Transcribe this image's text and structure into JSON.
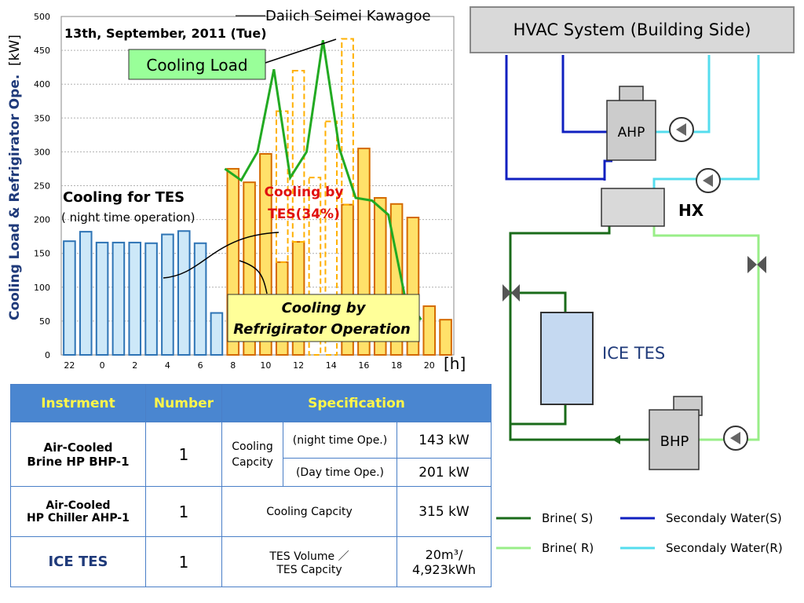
{
  "chart_data": {
    "type": "bar",
    "title": "13th, September, 2011 (Tue)",
    "site_label": "Daiich Seimei Kawagoe",
    "ylabel": "Cooling Load & Refrigirator Ope. [kW]",
    "ylabel_unit": "[kW]",
    "ylabel_main": "Cooling Load & Refrigirator Ope.",
    "xlabel": "[h]",
    "ylim": [
      0,
      500
    ],
    "yticks": [
      "0",
      "50",
      "100",
      "150",
      "200",
      "250",
      "300",
      "350",
      "400",
      "450",
      "500"
    ],
    "xticks": [
      "22",
      "0",
      "2",
      "4",
      "6",
      "8",
      "10",
      "12",
      "14",
      "16",
      "18",
      "20"
    ],
    "hours": [
      22,
      23,
      0,
      1,
      2,
      3,
      4,
      5,
      6,
      7,
      8,
      9,
      10,
      11,
      12,
      13,
      14,
      15,
      16,
      17,
      18,
      19,
      20,
      21
    ],
    "series": [
      {
        "name": "Cooling for TES",
        "hours": [
          22,
          23,
          0,
          1,
          2,
          3,
          4,
          5,
          6,
          7
        ],
        "values": [
          168,
          182,
          166,
          166,
          166,
          165,
          178,
          183,
          165,
          62
        ],
        "color": "#cde8f8",
        "stroke": "#2e74b5"
      },
      {
        "name": "Cooling by Refrigirator Operation",
        "hours": [
          8,
          9,
          10,
          11,
          12,
          13,
          14,
          15,
          16,
          17,
          18,
          19,
          20,
          21
        ],
        "values": [
          275,
          255,
          297,
          137,
          167,
          0,
          0,
          222,
          305,
          232,
          223,
          203,
          72,
          52
        ],
        "color": "#ffe16a",
        "stroke": "#d46a00"
      },
      {
        "name": "Cooling by TES(34%)",
        "hours": [
          11,
          12,
          13,
          14,
          15
        ],
        "base": [
          137,
          167,
          0,
          0,
          222
        ],
        "values": [
          223,
          253,
          262,
          345,
          245
        ],
        "color": "none",
        "stroke": "#ffb000"
      },
      {
        "name": "Cooling Load",
        "type": "line",
        "x": [
          8,
          9,
          10,
          11,
          12,
          13,
          14,
          15,
          16,
          17,
          18,
          19,
          20
        ],
        "values": [
          275,
          258,
          300,
          422,
          262,
          300,
          465,
          305,
          232,
          228,
          207,
          87,
          52
        ],
        "color": "#22aa22"
      }
    ],
    "annotations": {
      "cooling_load": "Cooling Load",
      "cooling_tes": "Cooling for TES",
      "night_op": "( night time operation)",
      "tes_share": "Cooling by\nTES(34%)",
      "refrig_op_1": "Cooling by",
      "refrig_op_2": "Refrigirator Operation"
    }
  },
  "table": {
    "headers": [
      "Instrment",
      "Number",
      "Specification"
    ],
    "rows": {
      "bhp_name_1": "Air-Cooled",
      "bhp_name_2": "Brine HP  BHP-1",
      "bhp_number": "1",
      "bhp_spec_label": "Cooling Capcity",
      "bhp_night_label": "(night time Ope.)",
      "bhp_night_value": "143 kW",
      "bhp_day_label": "(Day time Ope.)",
      "bhp_day_value": "201 kW",
      "ahp_name_1": "Air-Cooled",
      "ahp_name_2": "HP Chiller AHP-1",
      "ahp_number": "1",
      "ahp_spec_label": "Cooling Capcity",
      "ahp_value": "315 kW",
      "tes_name": "ICE TES",
      "tes_number": "1",
      "tes_spec_label_1": "TES Volume ／",
      "tes_spec_label_2": "TES Capcity",
      "tes_value_1": "20m³/",
      "tes_value_2": "4,923kWh"
    }
  },
  "diagram": {
    "hvac_title": "HVAC System (Building Side)",
    "ahp": "AHP",
    "hx": "HX",
    "ice_tes": "ICE TES",
    "bhp": "BHP",
    "colors": {
      "brine_s": "#1a6b1a",
      "brine_r": "#99ee88",
      "secondary_s": "#1020c0",
      "secondary_r": "#55ddee"
    },
    "legend": [
      {
        "label": "Brine( S)",
        "color": "#1a6b1a"
      },
      {
        "label": "Secondaly Water(S)",
        "color": "#1020c0"
      },
      {
        "label": "Brine( R)",
        "color": "#99ee88"
      },
      {
        "label": "Secondaly Water(R)",
        "color": "#55ddee"
      }
    ]
  }
}
